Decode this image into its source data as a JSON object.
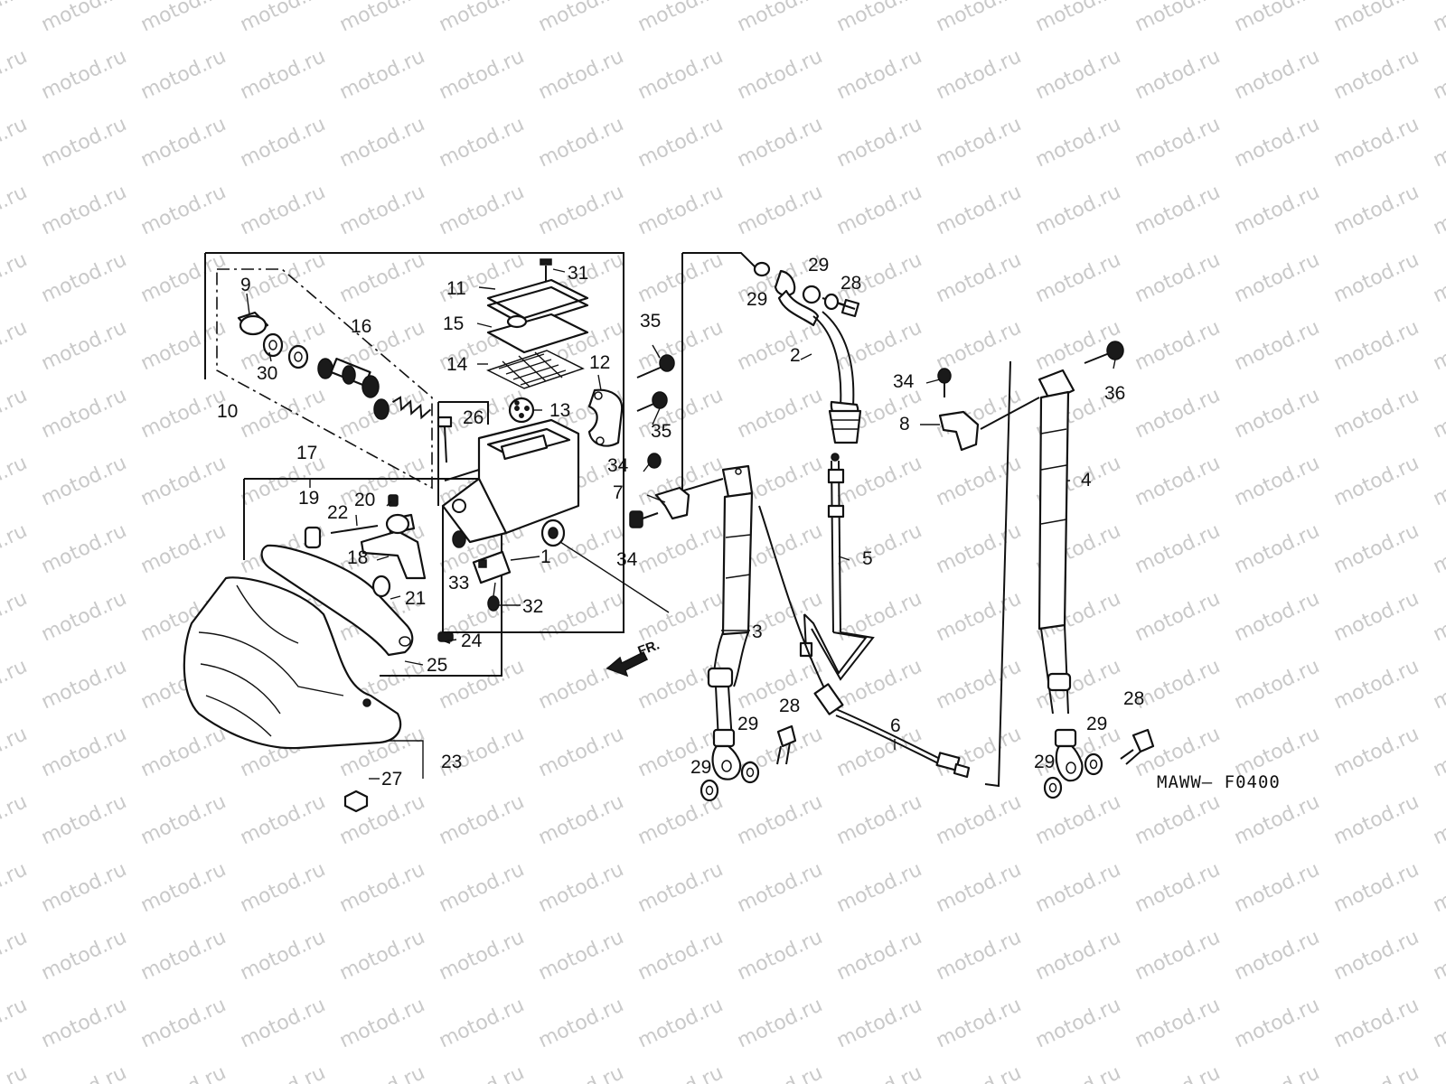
{
  "watermark": "motod.ru",
  "diagram_code": "MAWW— F0400",
  "direction_label": "FR.",
  "callouts": [
    {
      "id": "c1",
      "text": "1"
    },
    {
      "id": "c2",
      "text": "2"
    },
    {
      "id": "c3",
      "text": "3"
    },
    {
      "id": "c4",
      "text": "4"
    },
    {
      "id": "c5",
      "text": "5"
    },
    {
      "id": "c6",
      "text": "6"
    },
    {
      "id": "c7",
      "text": "7"
    },
    {
      "id": "c8",
      "text": "8"
    },
    {
      "id": "c9",
      "text": "9"
    },
    {
      "id": "c10",
      "text": "10"
    },
    {
      "id": "c11",
      "text": "11"
    },
    {
      "id": "c12",
      "text": "12"
    },
    {
      "id": "c13",
      "text": "13"
    },
    {
      "id": "c14",
      "text": "14"
    },
    {
      "id": "c15",
      "text": "15"
    },
    {
      "id": "c16",
      "text": "16"
    },
    {
      "id": "c17",
      "text": "17"
    },
    {
      "id": "c18",
      "text": "18"
    },
    {
      "id": "c19",
      "text": "19"
    },
    {
      "id": "c20",
      "text": "20"
    },
    {
      "id": "c21",
      "text": "21"
    },
    {
      "id": "c22",
      "text": "22"
    },
    {
      "id": "c23",
      "text": "23"
    },
    {
      "id": "c24",
      "text": "24"
    },
    {
      "id": "c25",
      "text": "25"
    },
    {
      "id": "c26",
      "text": "26"
    },
    {
      "id": "c27",
      "text": "27"
    },
    {
      "id": "c28a",
      "text": "28"
    },
    {
      "id": "c28b",
      "text": "28"
    },
    {
      "id": "c28c",
      "text": "28"
    },
    {
      "id": "c29a",
      "text": "29"
    },
    {
      "id": "c29b",
      "text": "29"
    },
    {
      "id": "c29c",
      "text": "29"
    },
    {
      "id": "c29d",
      "text": "29"
    },
    {
      "id": "c29e",
      "text": "29"
    },
    {
      "id": "c29f",
      "text": "29"
    },
    {
      "id": "c29g",
      "text": "29"
    },
    {
      "id": "c30",
      "text": "30"
    },
    {
      "id": "c31",
      "text": "31"
    },
    {
      "id": "c32",
      "text": "32"
    },
    {
      "id": "c33",
      "text": "33"
    },
    {
      "id": "c34a",
      "text": "34"
    },
    {
      "id": "c34b",
      "text": "34"
    },
    {
      "id": "c34c",
      "text": "34"
    },
    {
      "id": "c35a",
      "text": "35"
    },
    {
      "id": "c35b",
      "text": "35"
    },
    {
      "id": "c36",
      "text": "36"
    }
  ]
}
